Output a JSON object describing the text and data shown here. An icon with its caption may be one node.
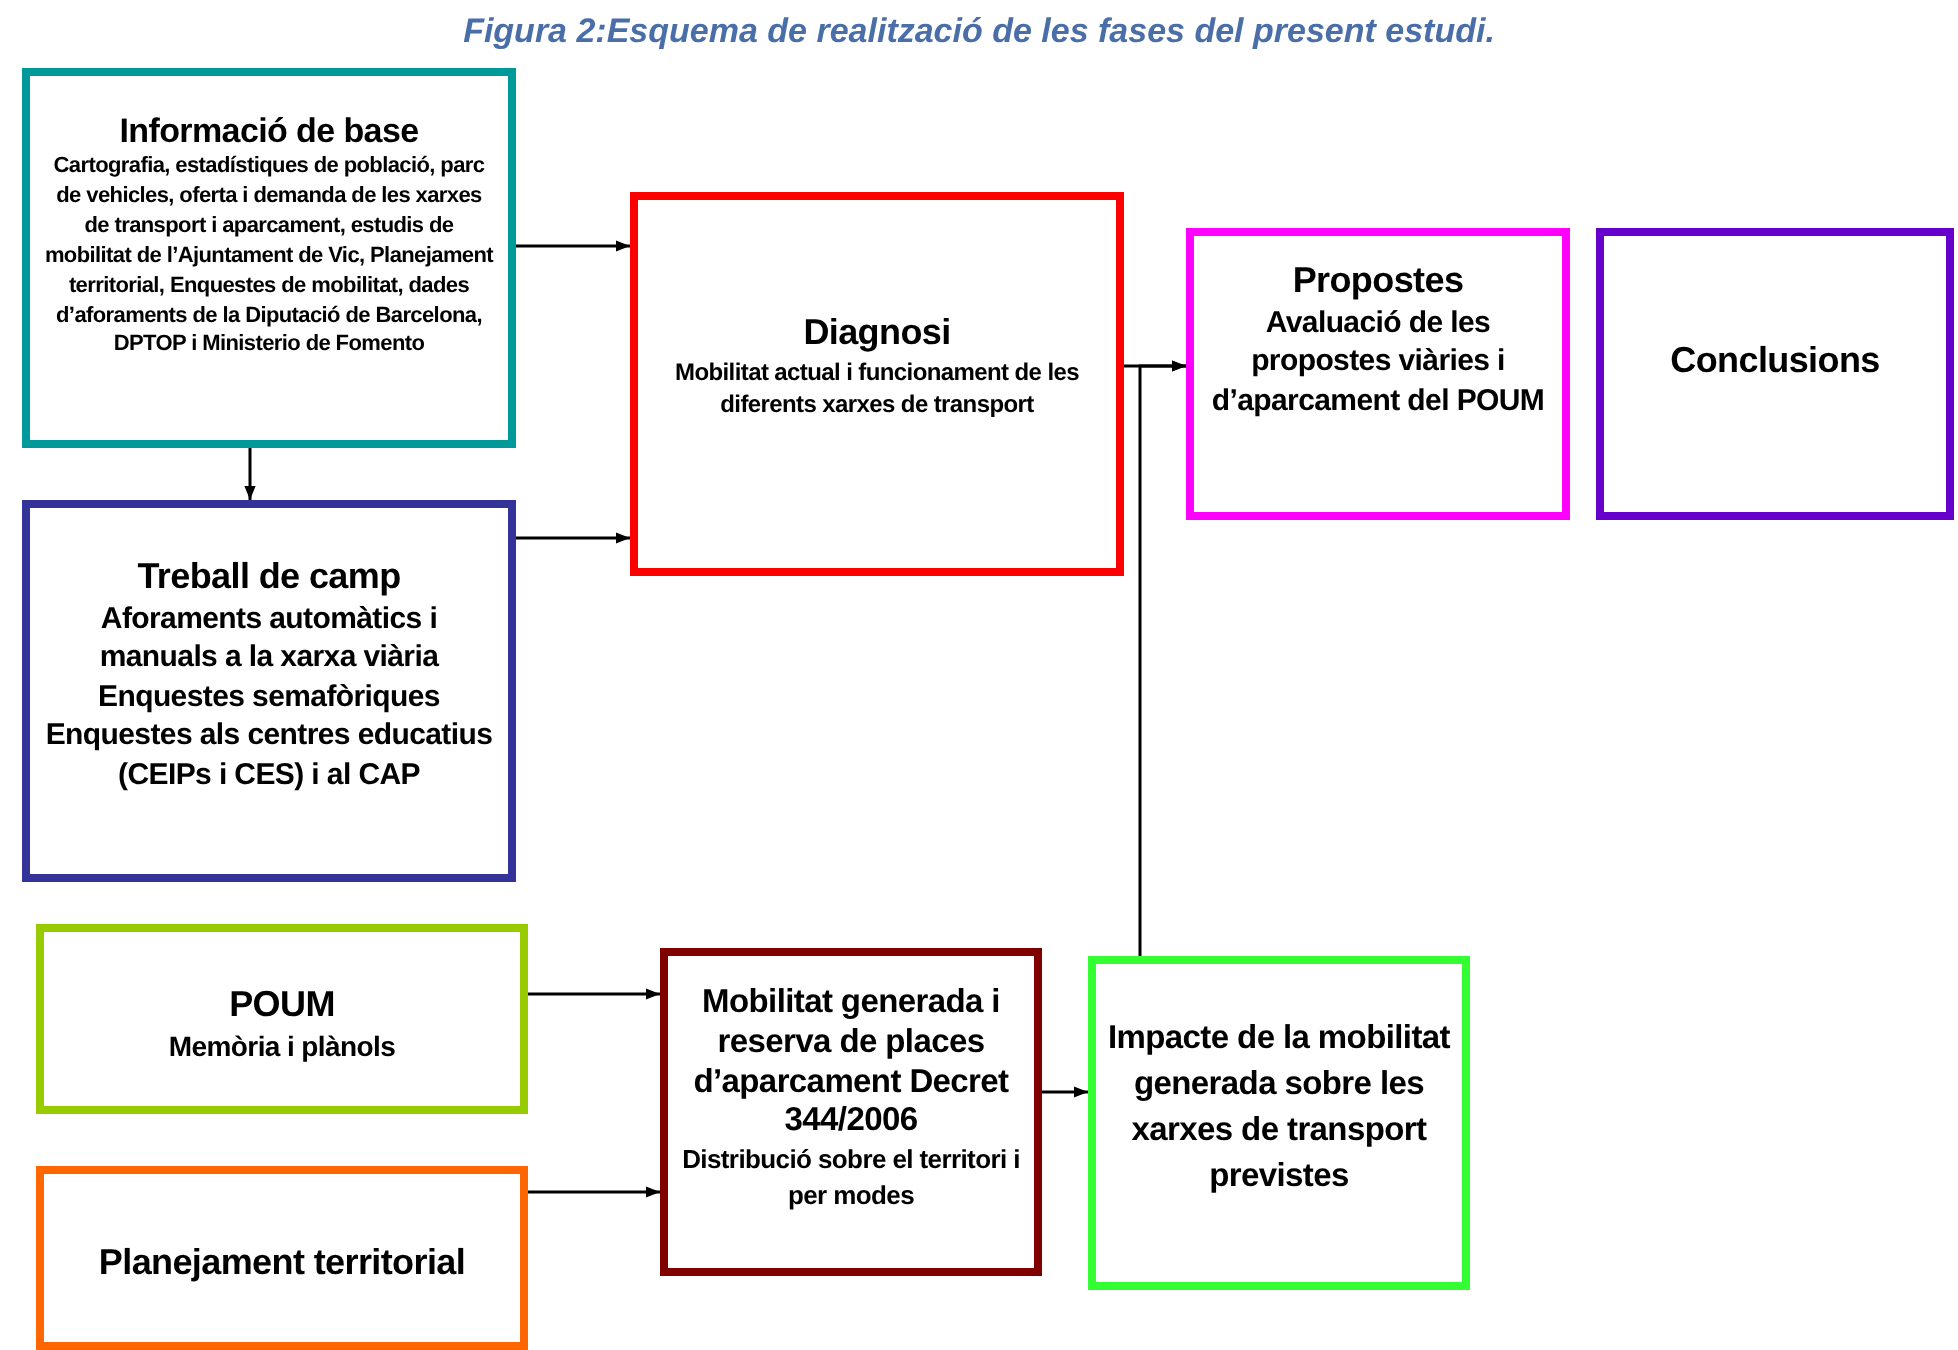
{
  "diagram": {
    "title": "Figura 2:Esquema de realització de les fases del present estudi.",
    "nodes": [
      {
        "text": [
          "Informació de base",
          "Cartografia, estadístiques de població, parc de vehicles, oferta i demanda de les xarxes de transport i aparcament, estudis de mobilitat de l’Ajuntament de Vic, Planejament territorial, Enquestes de mobilitat, dades d’aforaments de la Diputació de Barcelona, DPTOP i Ministerio de Fomento"
        ]
      },
      {
        "text": [
          "Treball de camp",
          "Aforaments automàtics i manuals a la xarxa viària Enquestes semafòriques Enquestes als centres educatius (CEIPs i CES) i al CAP"
        ]
      },
      {
        "text": [
          "Diagnosi",
          "Mobilitat actual i funcionament de les diferents xarxes de transport"
        ]
      },
      {
        "text": [
          "Propostes",
          "Avaluació de les propostes viàries i d’aparcament del POUM"
        ]
      },
      {
        "text": [
          "Conclusions"
        ]
      },
      {
        "text": [
          "POUM",
          "Memòria i plànols"
        ]
      },
      {
        "text": [
          "Planejament territorial"
        ]
      },
      {
        "text": [
          "Mobilitat generada i reserva de places d’aparcament Decret 344/2006",
          "Distribució sobre el territori i per modes"
        ]
      },
      {
        "text": [
          "Impacte de la mobilitat generada sobre les xarxes de transport previstes"
        ]
      }
    ],
    "edges": [
      {
        "from": 0,
        "to": 2,
        "arrow": "to"
      },
      {
        "from": 0,
        "to": 1,
        "arrow": "to"
      },
      {
        "from": 1,
        "to": 2,
        "arrow": "to"
      },
      {
        "from": 2,
        "to": 3,
        "arrow": "to"
      },
      {
        "from": 8,
        "to": 3,
        "arrow": "to"
      },
      {
        "from": 5,
        "to": 7,
        "arrow": "to"
      },
      {
        "from": 6,
        "to": 7,
        "arrow": "to"
      },
      {
        "from": 7,
        "to": 8,
        "arrow": "to"
      }
    ]
  }
}
